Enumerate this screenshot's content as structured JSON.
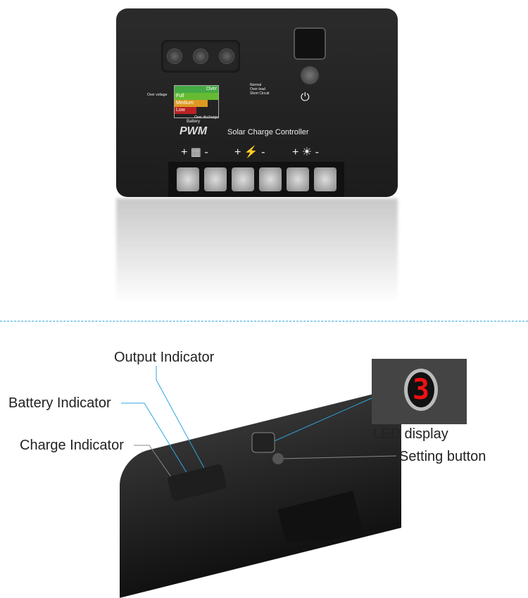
{
  "device": {
    "pwm": "PWM",
    "title": "Solar Charge Controller",
    "over_voltage": "Over voltage",
    "over": "Over",
    "full": "Full",
    "medium": "Medium",
    "low": "Low",
    "over_discharge": "Over discharge",
    "battery": "Battery",
    "normal": "Normal",
    "overload": "Over-load",
    "short_circuit": "Short Circuit",
    "plus": "+",
    "minus": "-"
  },
  "callouts": {
    "output": "Output Indicator",
    "battery": "Battery Indicator",
    "charge": "Charge Indicator",
    "led": "LED display",
    "setting": "Setting button"
  },
  "led_digit": "3",
  "colors": {
    "divider": "#2fa6e0",
    "led": "#e11111"
  }
}
